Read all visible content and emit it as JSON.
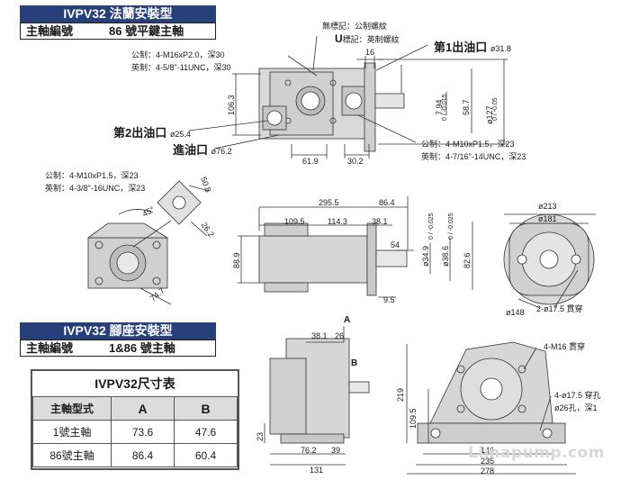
{
  "flange": {
    "title": "IVPV32 法蘭安裝型",
    "shaft_label": "主軸編號",
    "shaft_value": "86 號平鍵主軸"
  },
  "foot": {
    "title": "IVPV32 腳座安裝型",
    "shaft_label": "主軸編號",
    "shaft_value": "1&86 號主軸"
  },
  "notes": {
    "no_mark": "無標記：公制螺紋",
    "u_letter": "U",
    "u_mark": "標記：英制螺紋",
    "metric_top": "公制：4-M16xP2.0，深30",
    "imperial_top": "英制：4-5/8\"-11UNC，深30",
    "outlet1": "第1出油口",
    "outlet1_dia": "ø31.8",
    "outlet2": "第2出油口",
    "outlet2_dia": "ø25.4",
    "inlet": "進油口",
    "inlet_dia": "ø76.2",
    "metric_mid": "公制：4-M10xP1.5，深23",
    "imperial_mid": "英制：4-7/16\"-14UNC，深23",
    "metric_left": "公制：4-M10xP1.5，深23",
    "imperial_left": "英制：4-3/8\"-16UNC，深23",
    "thru_holes": "2-ø17.5 貫穿",
    "m16_thru": "4-M16 貫穿",
    "drill_holes": "4-ø17.5 穿孔",
    "counterbore": "ø26孔，深1"
  },
  "dims": {
    "d106_3": "106.3",
    "d16": "16",
    "d61_9": "61.9",
    "d30_2": "30.2",
    "d7_94": "7.94",
    "d7_94_tol": "0 / -0.015",
    "d58_7": "58.7",
    "d127": "ø127",
    "d127_tol": "0 / -0.05",
    "d45deg": "45°",
    "d50_8": "50.8",
    "d26_2": "26.2",
    "d74_7": "74.7",
    "d295_5": "295.5",
    "d86_4": "86.4",
    "d109_5": "109.5",
    "d114_3": "114.3",
    "d38_1": "38.1",
    "d88_9": "88.9",
    "d54": "54",
    "d34_9": "ø34.9",
    "d34_9_tol": "0 / -0.025",
    "d38_6": "ø38.6",
    "d38_6_tol": "0 / -0.025",
    "d82_6": "82.6",
    "d9_5": "9.5",
    "d213": "ø213",
    "d181": "ø181",
    "d148": "ø148",
    "fA": "A",
    "fB": "B",
    "f38_1": "38.1",
    "f26": "26",
    "f23": "23",
    "f76_2": "76.2",
    "f39": "39",
    "f131": "131",
    "f219": "219",
    "f109_5": "109.5",
    "f146": "146",
    "f235": "235",
    "f278": "278"
  },
  "size_table": {
    "title": "IVPV32尺寸表",
    "headers": [
      "主軸型式",
      "A",
      "B"
    ],
    "rows": [
      [
        "1號主軸",
        "73.6",
        "47.6"
      ],
      [
        "86號主軸",
        "86.4",
        "60.4"
      ]
    ]
  },
  "watermark": "Limapump.com",
  "colors": {
    "header_bar": "#27407a",
    "drawing": "#333333",
    "body_fill": "#d9d9d9"
  }
}
